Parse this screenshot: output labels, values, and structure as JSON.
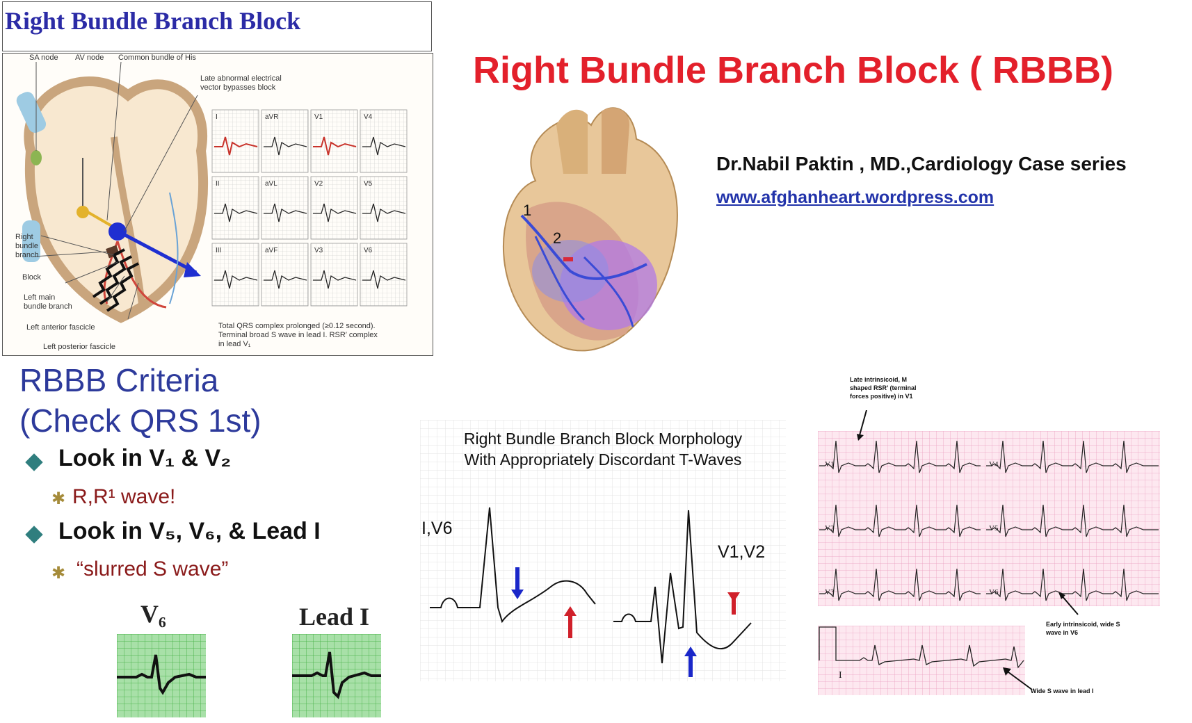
{
  "header": {
    "title": "Right Bundle Branch Block"
  },
  "conduction_diagram": {
    "labels": {
      "sa_node": "SA node",
      "av_node": "AV node",
      "his": "Common bundle of His",
      "late_vector": "Late abnormal electrical\nvector bypasses block",
      "right_bundle": "Right\nbundle\nbranch",
      "block": "Block",
      "left_main": "Left main\nbundle branch",
      "left_anterior": "Left anterior fascicle",
      "left_posterior": "Left posterior fascicle"
    },
    "leads": [
      "I",
      "aVR",
      "V1",
      "V4",
      "II",
      "aVL",
      "V2",
      "V5",
      "III",
      "aVF",
      "V3",
      "V6"
    ],
    "caption": "Total QRS complex prolonged (≥0.12 second).\nTerminal broad S wave in lead I. RSR′ complex\nin lead V₁"
  },
  "main": {
    "title": "Right Bundle Branch Block ( RBBB)",
    "author": "Dr.Nabil Paktin , MD.,Cardiology Case series",
    "website": "www.afghanheart.wordpress.com",
    "heart_labels": [
      "1",
      "2"
    ]
  },
  "criteria": {
    "heading1": "RBBB Criteria",
    "heading2": "(Check QRS 1st)",
    "bullet1": "Look in V₁ & V₂",
    "sub1": "R,R¹ wave!",
    "bullet2": "Look in V₅, V₆, & Lead I",
    "sub2": "“slurred S wave”",
    "strip1_label": "V₆",
    "strip2_label": "Lead I"
  },
  "morphology": {
    "title1": "Right Bundle Branch Block Morphology",
    "title2": "With Appropriately Discordant T-Waves",
    "label_left": "I,V6",
    "label_right": "V1,V2"
  },
  "ecg12": {
    "annotation_top": "Late intrinsicoid, M\nshaped RSR’ (terminal\nforces positive) in V1",
    "annotation_mid": "Early intrinsicoid, wide S\nwave in V6",
    "annotation_bottom": "Wide S wave in lead I",
    "leads": [
      "V1",
      "V4",
      "V2",
      "V5",
      "V3",
      "V6",
      "I"
    ]
  }
}
